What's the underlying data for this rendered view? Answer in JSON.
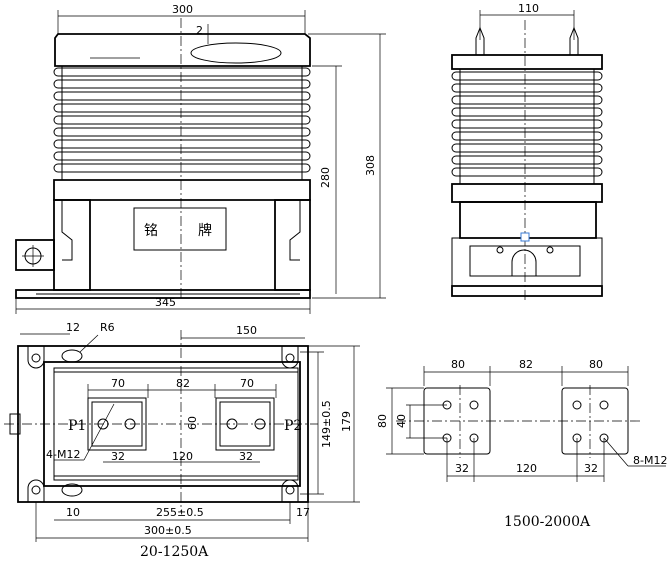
{
  "front_view": {
    "width_top": "300",
    "gap": "2",
    "height_inner": "280",
    "height_total": "308",
    "width_base": "345",
    "nameplate_char1": "铭",
    "nameplate_char2": "牌"
  },
  "side_view": {
    "width_top": "110"
  },
  "plan_view": {
    "dim_12": "12",
    "radius": "R6",
    "dim_150": "150",
    "dim_70_left": "70",
    "dim_82": "82",
    "dim_70_right": "70",
    "terminal_p1": "P1",
    "terminal_p2": "P2",
    "dim_60": "60",
    "dim_149": "149±0.5",
    "dim_179": "179",
    "bolt_label": "4-M12",
    "dim_32_left": "32",
    "dim_120": "120",
    "dim_32_right": "32",
    "dim_10": "10",
    "dim_255": "255±0.5",
    "dim_17": "17",
    "dim_300": "300±0.5",
    "caption": "20-1250A"
  },
  "terminal_view": {
    "dim_80_left": "80",
    "dim_82": "82",
    "dim_80_right": "80",
    "dim_80_vert": "80",
    "dim_40": "40",
    "dim_32_left": "32",
    "dim_120": "120",
    "dim_32_right": "32",
    "bolt_label": "8-M12",
    "caption": "1500-2000A"
  }
}
